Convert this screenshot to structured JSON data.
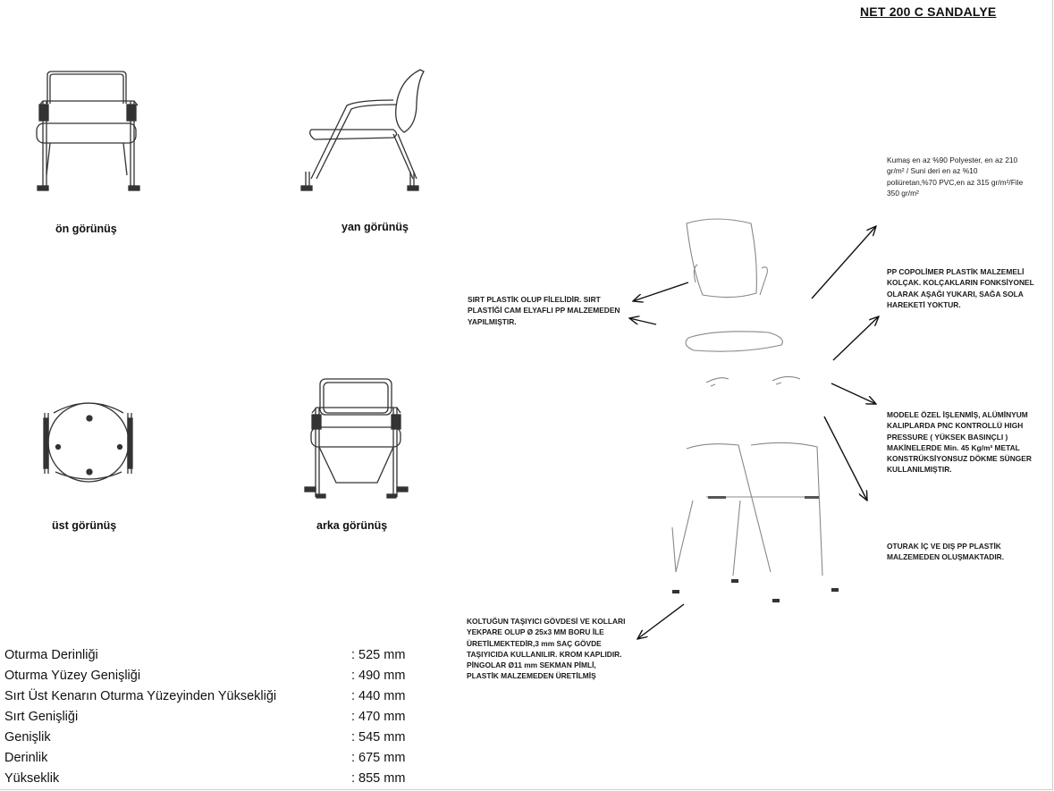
{
  "title": "NET 200 C SANDALYE",
  "views": {
    "front": "ön görünüş",
    "side": "yan görünüş",
    "top": "üst görünüş",
    "back": "arka görünüş"
  },
  "notes": {
    "fabric": "Kumaş en az %90 Polyester, en az 210\ngr/m² / Suni deri en az %10\npoliüretan,%70 PVC,en az 315 gr/m²/File\n350 gr/m²",
    "armrest": "PP COPOLİMER PLASTİK MALZEMELİ\nKOLÇAK. KOLÇAKLARIN FONKSİYONEL\nOLARAK AŞAĞI YUKARI, SAĞA SOLA\nHAREKETİ YOKTUR.",
    "backrest": "SIRT  PLASTİK OLUP FİLELİDİR. SIRT\nPLASTİĞİ CAM ELYAFLI PP MALZEMEDEN\nYAPILMIŞTIR.",
    "foam": "MODELE ÖZEL İŞLENMİŞ, ALÜMİNYUM\nKALIPLARDA  PNC KONTROLLÜ HIGH\nPRESSURE ( YÜKSEK BASINÇLI )\nMAKİNELERDE  Min. 45 Kg/m³  METAL\nKONSTRÜKSİYONSUZ DÖKME SÜNGER\nKULLANILMIŞTIR.",
    "seat": "OTURAK İÇ VE DIŞ PP PLASTİK\nMALZEMEDEN OLUŞMAKTADIR.",
    "frame": "KOLTUĞUN TAŞIYICI GÖVDESİ VE KOLLARI\nYEKPARE OLUP Ø 25x3 MM BORU İLE\nÜRETİLMEKTEDİR,3 mm SAÇ GÖVDE\nTAŞIYICIDA KULLANILIR.  KROM KAPLIDIR.\nPİNGOLAR Ø11 mm SEKMAN PİMLİ,\nPLASTİK MALZEMEDEN ÜRETİLMİŞ"
  },
  "specs": [
    {
      "label": "Oturma Derinliği",
      "value": ": 525 mm"
    },
    {
      "label": "Oturma Yüzey Genişliği",
      "value": ": 490 mm"
    },
    {
      "label": "Sırt Üst Kenarın Oturma Yüzeyinden Yüksekliği",
      "value": ": 440 mm"
    },
    {
      "label": "Sırt Genişliği",
      "value": ": 470 mm"
    },
    {
      "label": "Genişlik",
      "value": ": 545 mm"
    },
    {
      "label": "Derinlik",
      "value": ": 675 mm"
    },
    {
      "label": "Yükseklik",
      "value": ": 855 mm"
    }
  ]
}
